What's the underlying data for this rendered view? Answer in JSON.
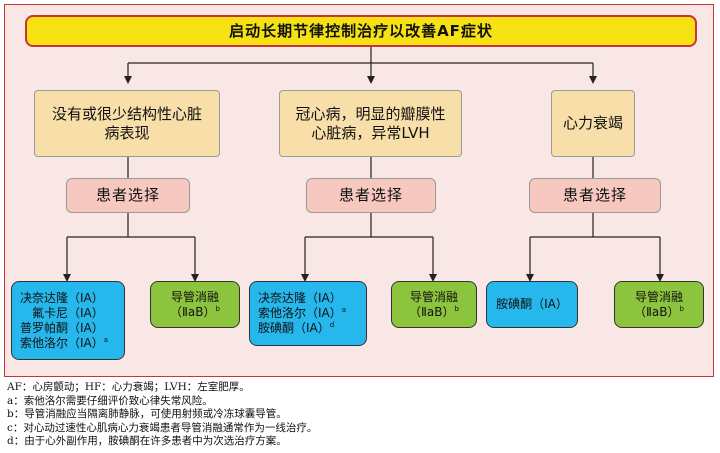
{
  "title": "启动长期节律控制治疗以改善AF症状",
  "categories": [
    {
      "label_line1": "没有或很少结构性心脏",
      "label_line2": "病表现"
    },
    {
      "label_line1": "冠心病，明显的瓣膜性",
      "label_line2": "心脏病，异常LVH"
    },
    {
      "label_line1": "心力衰竭",
      "label_line2": ""
    }
  ],
  "patient_choice": "患者选择",
  "drug_boxes": {
    "col1": [
      {
        "text": "决奈达隆（ⅠA）",
        "sup": ""
      },
      {
        "text": "氟卡尼（ⅠA）",
        "sup": ""
      },
      {
        "text": "普罗帕酮（ⅠA）",
        "sup": ""
      },
      {
        "text": "索他洛尔（ⅠA）",
        "sup": "a"
      }
    ],
    "col2": [
      {
        "text": "决奈达隆（ⅠA）",
        "sup": ""
      },
      {
        "text": "索他洛尔（ⅠA）",
        "sup": "a"
      },
      {
        "text": "胺碘酮（ⅠA）",
        "sup": "d"
      }
    ],
    "col3": [
      {
        "text": "胺碘酮（ⅠA）",
        "sup": ""
      }
    ]
  },
  "ablation": {
    "line1": "导管消融",
    "line2": "（ⅡaB）",
    "sup": "b"
  },
  "notes": [
    "AF：心房颤动；HF：心力衰竭；LVH：左室肥厚。",
    "a：索他洛尔需要仔细评价致心律失常风险。",
    "b：导管消融应当隔离肺静脉，可使用射频或冷冻球囊导管。",
    "c：对心动过速性心肌病心力衰竭患者导管消融通常作为一线治疗。",
    "d：由于心外副作用，胺碘酮在许多患者中为次选治疗方案。"
  ],
  "colors": {
    "panel_bg": "#f8e7e5",
    "panel_border": "#c8343a",
    "title_bg": "#f6e212",
    "category_bg": "#f8dfa9",
    "choice_bg": "#f6c8c0",
    "drug_bg": "#26b7ec",
    "ablation_bg": "#8dc43e"
  }
}
